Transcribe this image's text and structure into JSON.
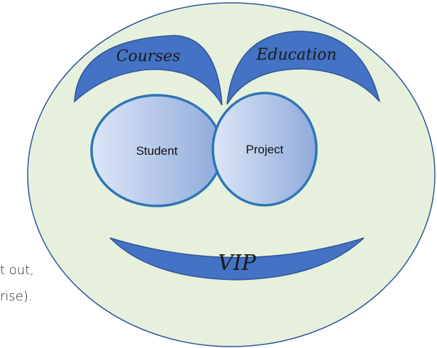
{
  "background_text": {
    "line1": "t out,",
    "line2": "rise)."
  },
  "diagram": {
    "labels": {
      "top_left": "Courses",
      "top_right": "Education",
      "left_circle": "Student",
      "right_circle": "Project",
      "bottom": "VIP"
    },
    "colors": {
      "face_fill": "#e6f0dc",
      "face_stroke": "#2f5597",
      "shape_fill": "#4472c4",
      "circle_light": "#dde6f6",
      "circle_dark": "#8faadc",
      "circle_stroke": "#2e75b6"
    }
  }
}
